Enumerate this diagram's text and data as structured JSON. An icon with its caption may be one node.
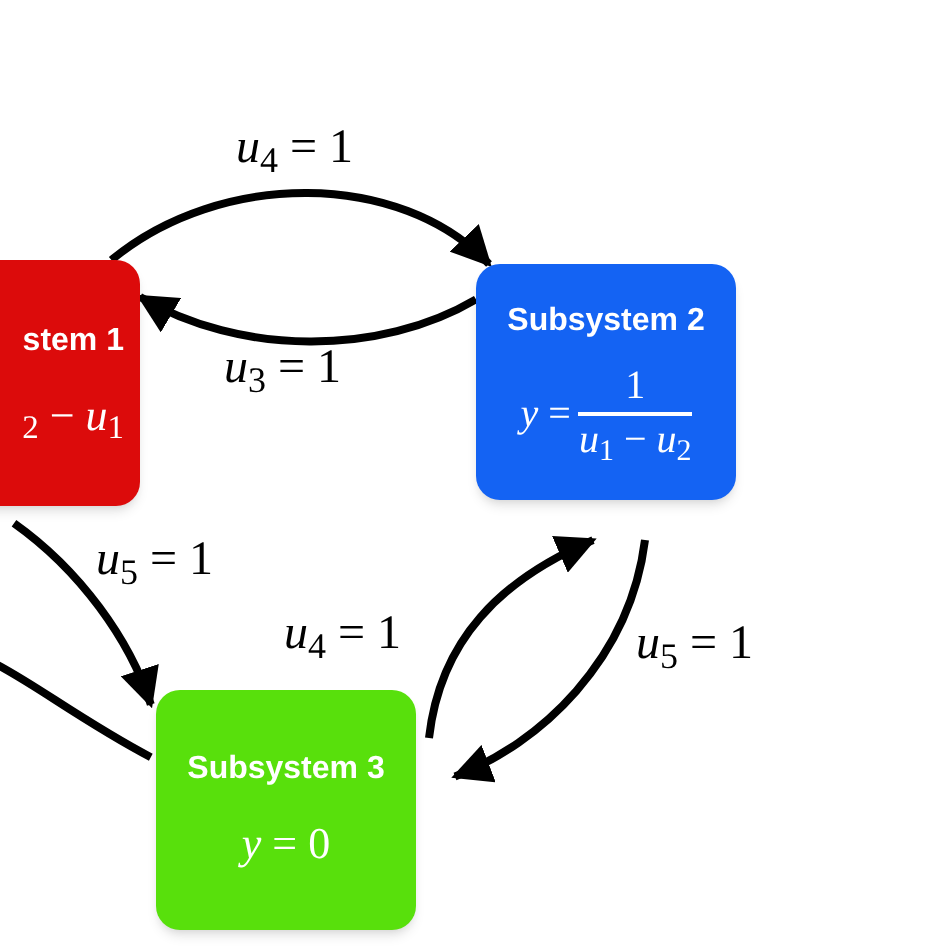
{
  "diagram": {
    "nodes": [
      {
        "text": [
          "stem 1",
          "$_{2}$ − *u*$_{1}$"
        ]
      },
      {
        "text": [
          "Subsystem 2",
          "*y* =",
          "1",
          "*u*$_{1}$ − *u*$_{2}$"
        ]
      },
      {
        "text": [
          "Subsystem 3",
          "*y* = 0"
        ]
      }
    ],
    "edges": [
      {
        "from": 0,
        "to": 1,
        "arrow": "to",
        "label": "*u*$_{4}$ = 1"
      },
      {
        "from": 1,
        "to": 0,
        "arrow": "to",
        "label": "*u*$_{3}$ = 1"
      },
      {
        "from": 0,
        "to": 2,
        "arrow": "to",
        "label": "*u*$_{5}$ = 1"
      },
      {
        "from": 2,
        "to": null,
        "arrow": "none"
      },
      {
        "from": 2,
        "to": 1,
        "arrow": "to",
        "label": "*u*$_{4}$ = 1"
      },
      {
        "from": 1,
        "to": 2,
        "arrow": "to",
        "label": "*u*$_{5}$ = 1"
      }
    ]
  }
}
